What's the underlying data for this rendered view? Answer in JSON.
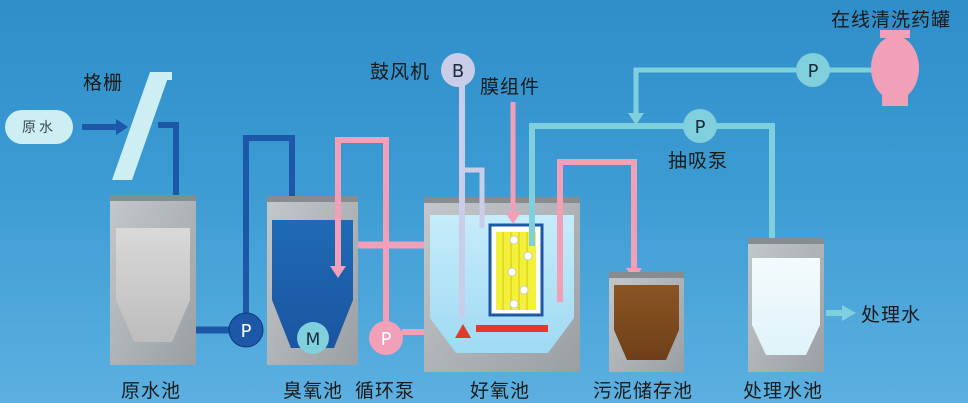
{
  "labels": {
    "raw_water": "原水",
    "grille": "格栅",
    "blower": "鼓风机",
    "membrane_module": "膜组件",
    "online_cleaning_tank": "在线清洗药罐",
    "suction_pump": "抽吸泵",
    "treated_water": "处理水",
    "raw_water_tank": "原水池",
    "ozone_tank": "臭氧池",
    "circulation_pump": "循环泵",
    "aerobic_tank": "好氧池",
    "sludge_storage_tank": "污泥储存池",
    "treated_water_tank": "处理水池"
  },
  "symbols": {
    "pump": "P",
    "blower": "B",
    "motor": "M"
  },
  "colors": {
    "background": "#3a98d1",
    "dark_blue_pipe": "#1d57a8",
    "pink_pipe": "#f2a0b8",
    "teal_pipe": "#7fd0dc",
    "lavender_pipe": "#c9cde8",
    "sludge": "#7a4a1f",
    "tank_wall": "#9ea3a6",
    "aerator": "#e23a2a",
    "membrane": "#f3f23a"
  }
}
